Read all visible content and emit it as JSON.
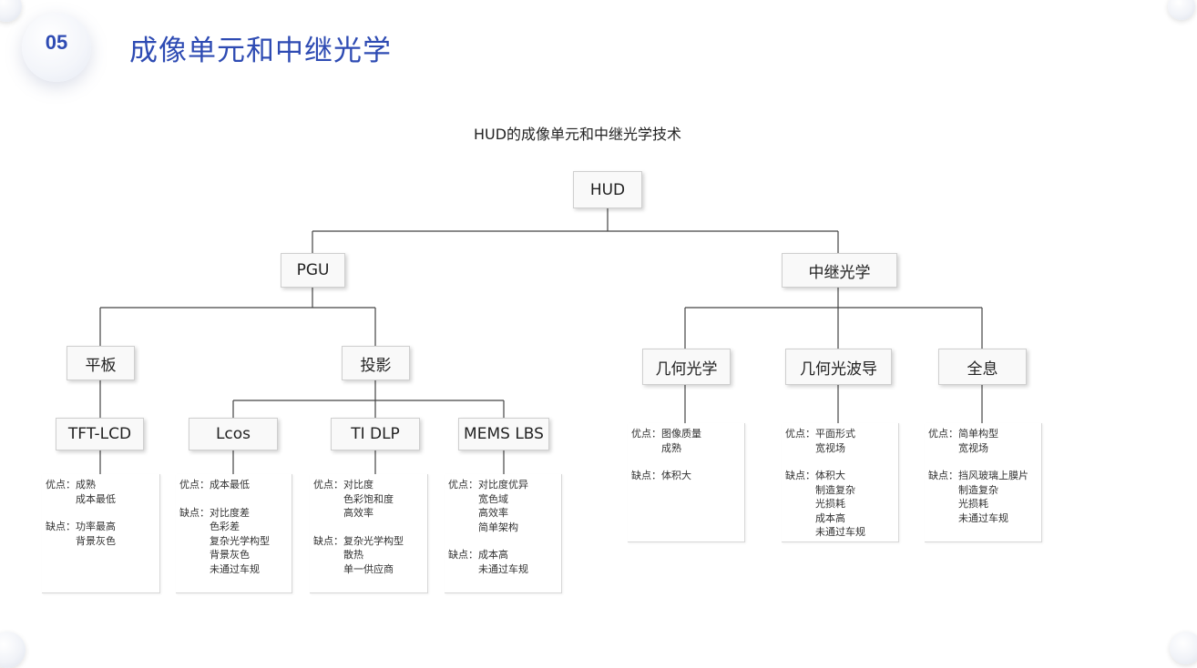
{
  "header": {
    "number": "05",
    "title": "成像单元和中继光学"
  },
  "diagram": {
    "title": "HUD的成像单元和中继光学技术",
    "pros_label": "优点：",
    "cons_label": "缺点：",
    "root": "HUD",
    "level1": {
      "pgu": "PGU",
      "relay": "中继光学"
    },
    "level2": {
      "flat": "平板",
      "projection": "投影",
      "geometric": "几何光学",
      "waveguide": "几何光波导",
      "holographic": "全息"
    },
    "level3": {
      "tft": "TFT-LCD",
      "lcos": "Lcos",
      "dlp": "TI DLP",
      "mems": "MEMS LBS"
    },
    "cards": {
      "tft": {
        "pros": [
          "成熟",
          "成本最低"
        ],
        "cons": [
          "功率最高",
          "背景灰色"
        ]
      },
      "lcos": {
        "pros": [
          "成本最低"
        ],
        "cons": [
          "对比度差",
          "色彩差",
          "复杂光学构型",
          "背景灰色",
          "未通过车规"
        ]
      },
      "dlp": {
        "pros": [
          "对比度",
          "色彩饱和度",
          "高效率"
        ],
        "cons": [
          "复杂光学构型",
          "散热",
          "单一供应商"
        ]
      },
      "mems": {
        "pros": [
          "对比度优异",
          "宽色域",
          "高效率",
          "简单架构"
        ],
        "cons": [
          "成本高",
          "未通过车规"
        ]
      },
      "geometric": {
        "pros": [
          "图像质量",
          "成熟"
        ],
        "cons": [
          "体积大"
        ]
      },
      "waveguide": {
        "pros": [
          "平面形式",
          "宽视场"
        ],
        "cons": [
          "体积大",
          "制造复杂",
          "光损耗",
          "成本高",
          "未通过车规"
        ]
      },
      "holographic": {
        "pros": [
          "简单构型",
          "宽视场"
        ],
        "cons": [
          "挡风玻璃上膜片",
          "制造复杂",
          "光损耗",
          "未通过车规"
        ]
      }
    }
  }
}
